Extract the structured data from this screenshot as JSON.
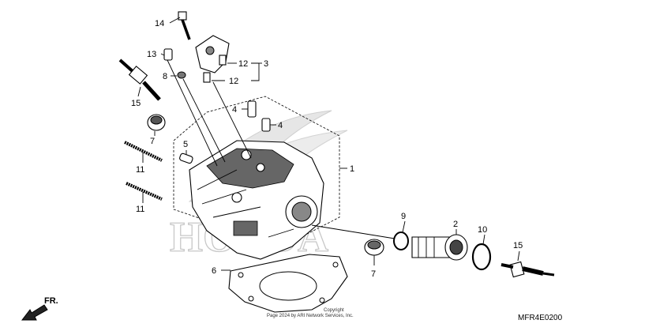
{
  "callouts": {
    "c1": "1",
    "c2": "2",
    "c3": "3",
    "c4a": "4",
    "c4b": "4",
    "c5": "5",
    "c6": "6",
    "c7a": "7",
    "c7b": "7",
    "c8": "8",
    "c9": "9",
    "c10": "10",
    "c11a": "11",
    "c11b": "11",
    "c12a": "12",
    "c12b": "12",
    "c13": "13",
    "c14": "14",
    "c15a": "15",
    "c15b": "15"
  },
  "direction_label": "FR.",
  "copyright_line1": "Copyright",
  "copyright_line2": "Page        2024 by ARI Network Services, Inc.",
  "diagram_code": "MFR4E0200",
  "watermark_text": "HONDA",
  "colors": {
    "ink": "#000000",
    "watermark": "#c8c8c8",
    "background": "#ffffff"
  }
}
